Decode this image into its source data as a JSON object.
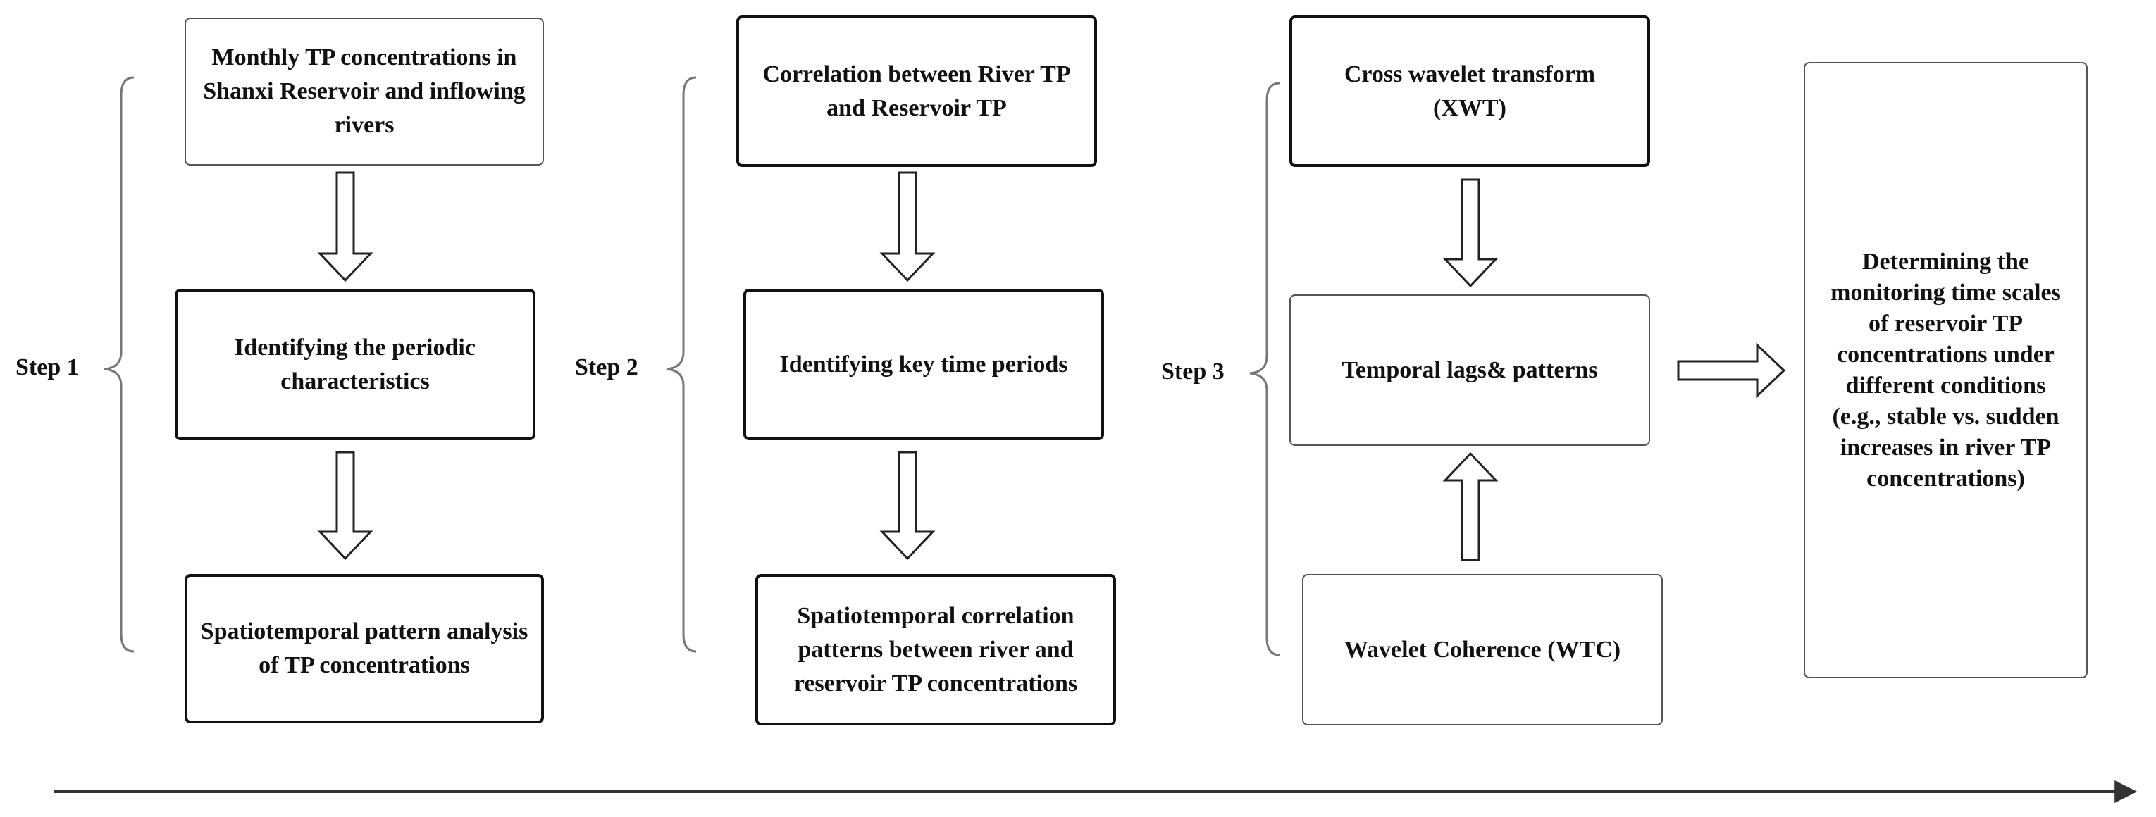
{
  "steps": [
    {
      "label": "Step 1",
      "boxes": [
        "Monthly TP concentrations in Shanxi Reservoir and inflowing rivers",
        "Identifying the periodic characteristics",
        "Spatiotemporal pattern analysis of TP concentrations"
      ]
    },
    {
      "label": "Step 2",
      "boxes": [
        "Correlation between River TP and Reservoir TP",
        "Identifying key time periods",
        "Spatiotemporal correlation patterns between river and reservoir TP concentrations"
      ]
    },
    {
      "label": "Step 3",
      "boxes": [
        "Cross wavelet transform (XWT)",
        "Temporal lags& patterns",
        "Wavelet Coherence (WTC)"
      ]
    }
  ],
  "final": {
    "text": "Determining the monitoring time scales of reservoir TP concentrations under different conditions (e.g., stable vs. sudden increases in river TP concentrations)"
  },
  "colors": {
    "stroke": "#111111",
    "thin_stroke": "#555555",
    "brace": "#777777",
    "background": "#ffffff"
  }
}
